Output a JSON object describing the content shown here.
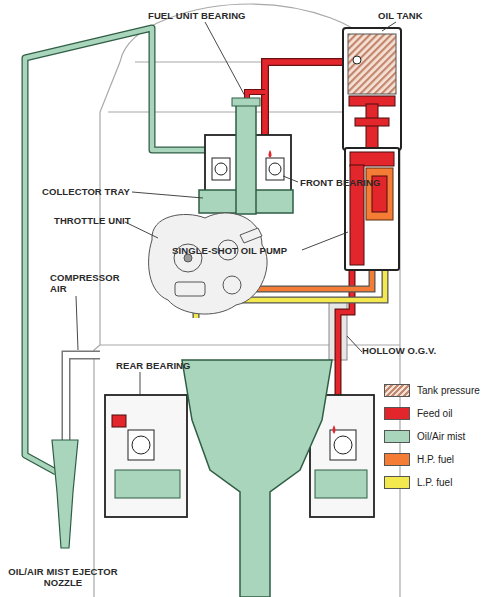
{
  "diagram": {
    "labels": [
      "FUEL UNIT BEARING",
      "OIL TANK",
      "COLLECTOR TRAY",
      "FRONT BEARING",
      "THROTTLE UNIT",
      "SINGLE-SHOT OIL PUMP",
      "COMPRESSOR AIR",
      "REAR BEARING",
      "HOLLOW O.G.V.",
      "OIL/AIR MIST EJECTOR NOZZLE"
    ],
    "legend": [
      {
        "text": "Tank pressure"
      },
      {
        "text": "Feed oil",
        "color": "#e3262b"
      },
      {
        "text": "Oil/Air mist",
        "color": "#a8d5bb"
      },
      {
        "text": "H.P. fuel",
        "color": "#f47c34"
      },
      {
        "text": "L.P. fuel",
        "color": "#f3e84e"
      }
    ]
  }
}
